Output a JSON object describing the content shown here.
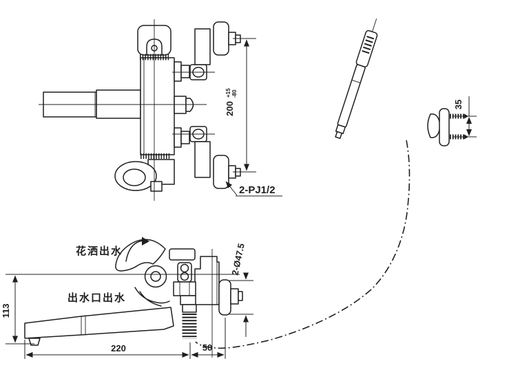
{
  "top_view": {
    "dim_spacing_value": "200",
    "dim_spacing_tol_plus": "+15",
    "dim_spacing_tol_minus": "-80",
    "connection_label": "2-PJ1/2"
  },
  "shower": {
    "bracket_screw_spacing": "35"
  },
  "front_view": {
    "shower_outlet_label": "花洒出水",
    "spout_outlet_label": "出水口出水",
    "dim_height": "113",
    "dim_spout_reach": "220",
    "dim_hose_offset": "50",
    "dim_escutcheon": "2-Ø47.5"
  },
  "colors": {
    "line": "#1f1f1f",
    "background": "#ffffff"
  }
}
